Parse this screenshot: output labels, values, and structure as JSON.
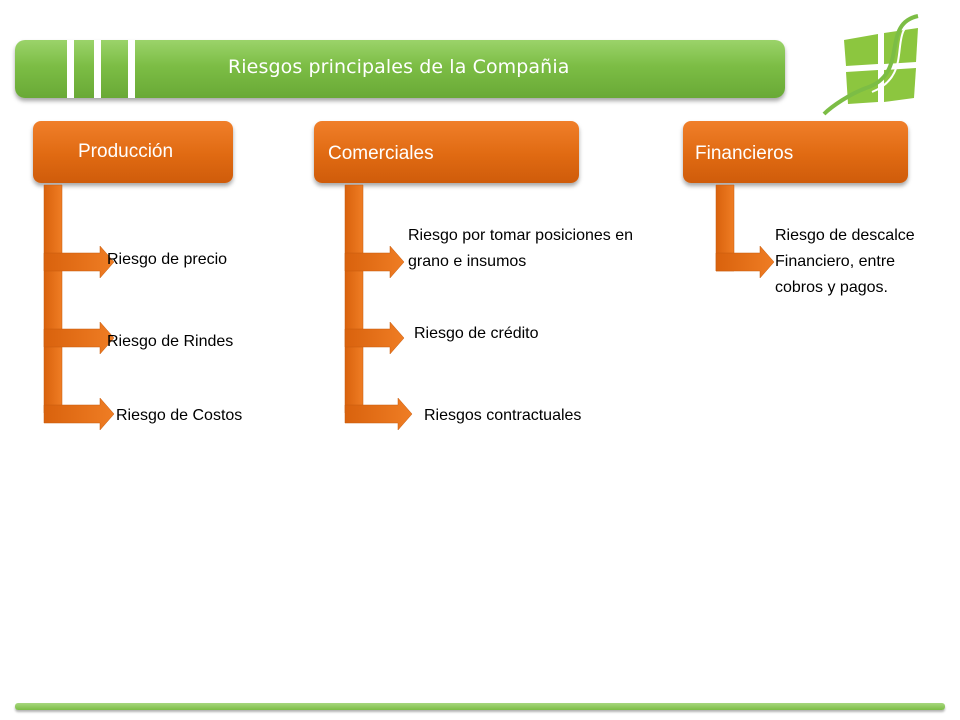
{
  "title": "Riesgos principales de la Compañia",
  "categories": [
    {
      "label": "Producción",
      "items": [
        "Riesgo de precio",
        "Riesgo de Rindes",
        "Riesgo de Costos"
      ]
    },
    {
      "label": "Comerciales",
      "items": [
        "Riesgo por tomar posiciones en grano e insumos",
        "Riesgo de crédito",
        "Riesgos contractuales"
      ]
    },
    {
      "label": "Financieros",
      "items": [
        "Riesgo de descalce Financiero, entre cobros y pagos."
      ]
    }
  ],
  "colors": {
    "accent_green": "#7cbd45",
    "accent_orange": "#e06a12"
  },
  "logo_icon": "company-logo-icon"
}
